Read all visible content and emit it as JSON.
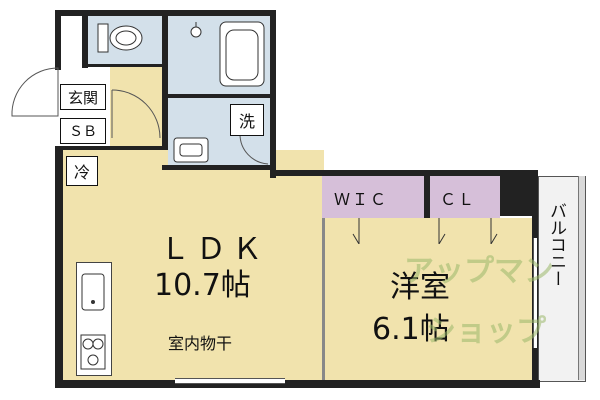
{
  "plan": {
    "rooms": {
      "ldk": {
        "name": "ＬＤＫ",
        "size": "10.7帖"
      },
      "western": {
        "name": "洋室",
        "size": "6.1帖"
      },
      "entrance": "玄関",
      "sb": "ＳＢ",
      "fridge": "冷",
      "washer": "洗",
      "wic": "ＷＩＣ",
      "cl": "ＣＬ",
      "balcony": "バルコニー",
      "indoor_drying": "室内物干"
    },
    "watermark": {
      "line1": "アップマン",
      "line2": "ショップ"
    },
    "colors": {
      "ldk": "#f1e3ad",
      "wet": "#d3e0ea",
      "closet": "#d6bfd9",
      "balcony": "#f2f2f2",
      "wall": "#222222"
    }
  }
}
